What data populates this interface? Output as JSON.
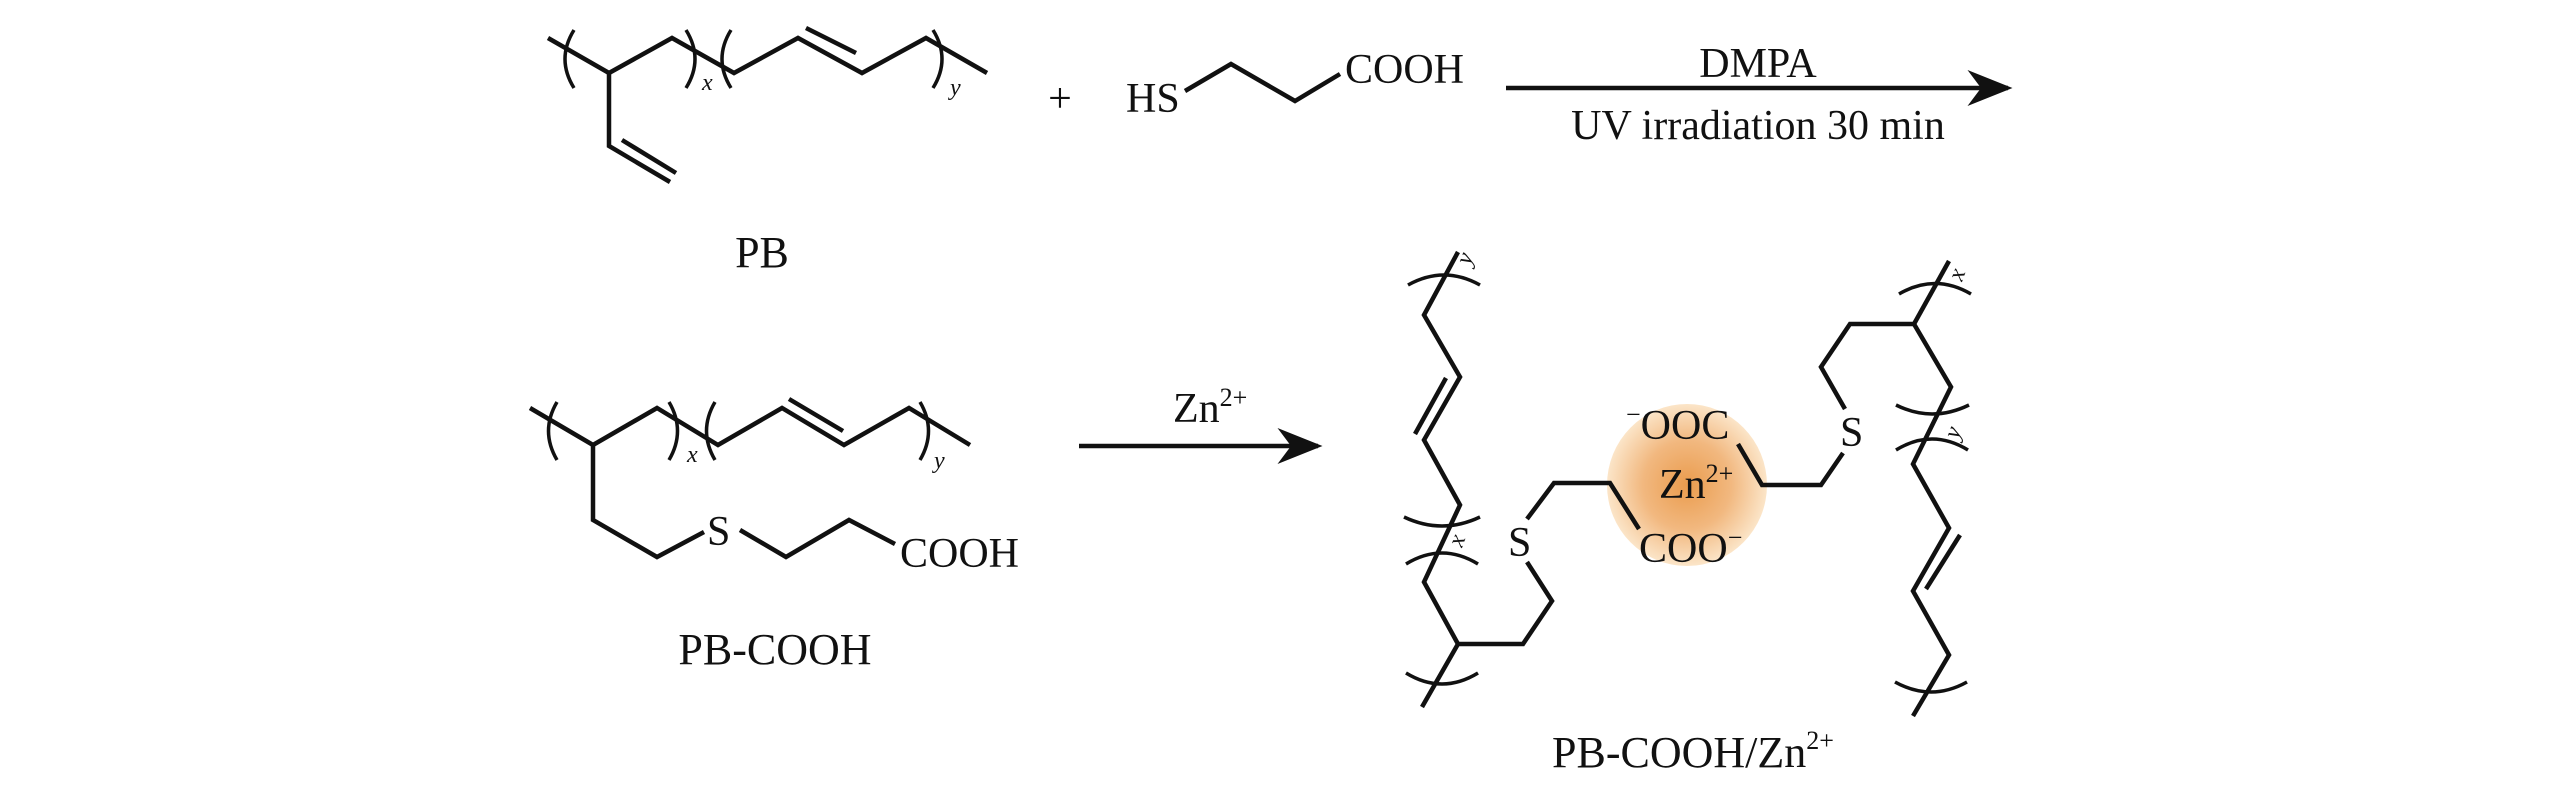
{
  "scheme": {
    "reactant1_label": "PB",
    "plus": "+",
    "reagent": {
      "prefix": "HS",
      "suffix": "COOH"
    },
    "arrow1": {
      "top": "DMPA",
      "bottom": "UV irradiation 30 min"
    },
    "product1_label": "PB-COOH",
    "product1_group": {
      "s": "S",
      "cooh": "COOH"
    },
    "arrow2": {
      "top_base": "Zn",
      "top_sup": "2+"
    },
    "product2_label": {
      "base": "PB-COOH/Zn",
      "sup": "2+"
    },
    "complex": {
      "ion_base": "Zn",
      "ion_sup": "2+",
      "carboxylate_top": "OOC",
      "carboxylate_bottom": "COO",
      "charge": "−",
      "s": "S"
    },
    "subscripts": {
      "x": "x",
      "y": "y"
    },
    "colors": {
      "complex_glow": "#e8913a",
      "ink": "#111111"
    }
  }
}
